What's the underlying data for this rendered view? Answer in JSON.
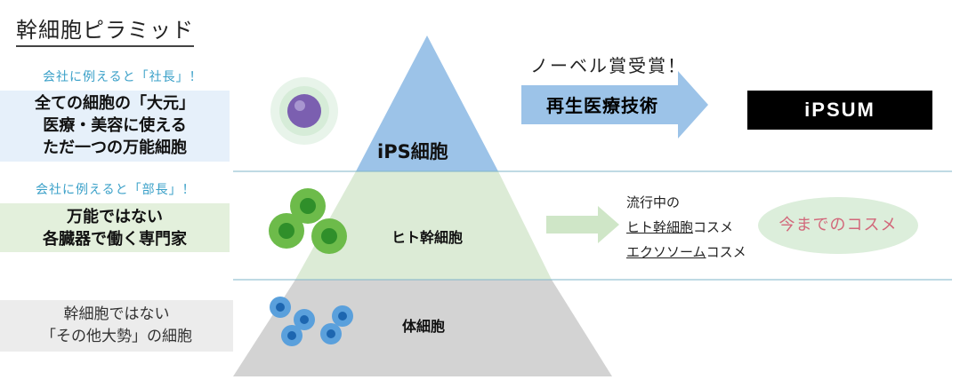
{
  "title": "幹細胞ピラミッド",
  "left_column": [
    {
      "caption": "会社に例えると「社長」！",
      "lines": [
        "全ての細胞の「大元」",
        "医療・美容に使える",
        "ただ一つの万能細胞"
      ]
    },
    {
      "caption": "会社に例えると「部長」！",
      "lines": [
        "万能ではない",
        "各臓器で働く専門家"
      ]
    },
    {
      "caption": "",
      "lines": [
        "幹細胞ではない",
        "「その他大勢」の細胞"
      ]
    }
  ],
  "pyramid": {
    "top_label": "iPS細胞",
    "middle_label": "ヒト幹細胞",
    "bottom_label": "体細胞"
  },
  "right": {
    "nobel": "ノーベル賞受賞！",
    "arrow_label": "再生医療技術",
    "brand": "iPSUM",
    "trend_intro": "流行中の",
    "trend_items": [
      {
        "underlined": "ヒト幹細胞",
        "suffix": "コスメ"
      },
      {
        "underlined": "エクソソーム",
        "suffix": "コスメ"
      }
    ],
    "oval_text": "今までのコスメ"
  },
  "colors": {
    "tier_top": "#9cc3e8",
    "tier_middle": "#dcebd6",
    "tier_bottom": "#d3d3d3",
    "arrow_blue": "#9cc3e8",
    "arrow_green": "#cfe6c7",
    "caption": "#3aa0c8",
    "oval_text": "#d2677a"
  }
}
